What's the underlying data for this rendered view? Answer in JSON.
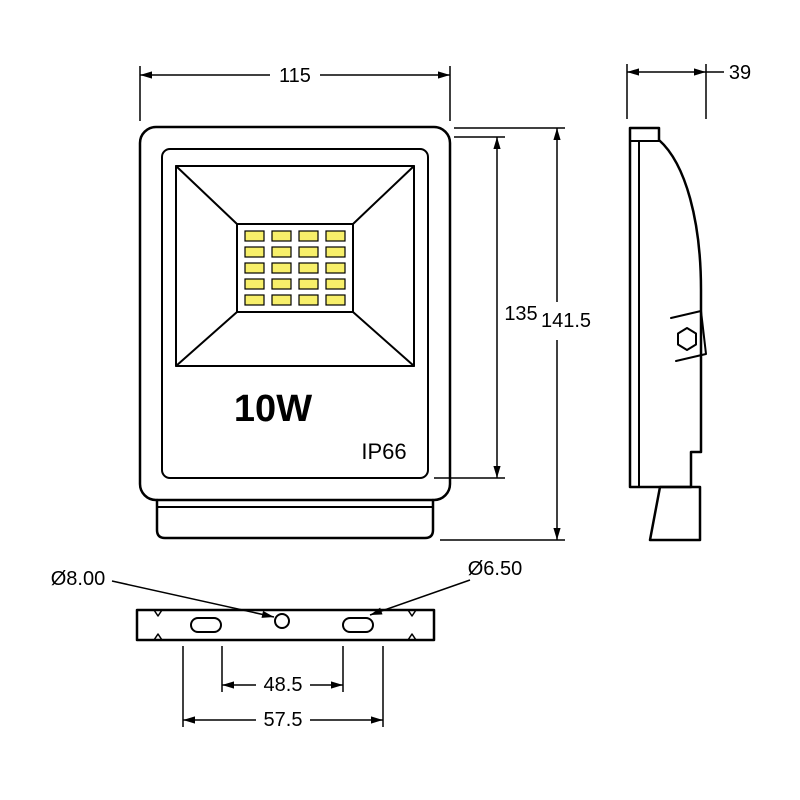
{
  "drawing": {
    "front": {
      "width_dim": "115",
      "face_height_dim": "135",
      "total_height_dim": "141.5",
      "wattage_label": "10W",
      "ip_label": "IP66",
      "led_grid": {
        "rows": 5,
        "cols": 4
      }
    },
    "side": {
      "depth_dim": "39"
    },
    "bottom": {
      "center_hole_dim": "Ø8.00",
      "slot_hole_dim": "Ø6.50",
      "slot_spacing_dim": "48.5",
      "outer_spacing_dim": "57.5"
    },
    "colors": {
      "line": "#000000",
      "led_fill": "#f7ef6a",
      "background": "#ffffff"
    }
  }
}
